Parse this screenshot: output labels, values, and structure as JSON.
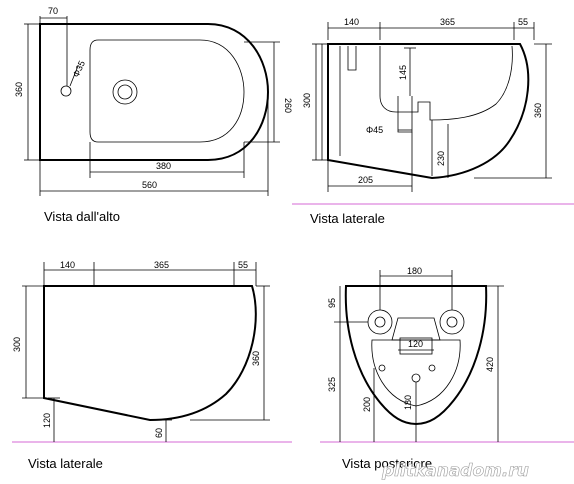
{
  "views": {
    "top": {
      "caption": "Vista dall'alto",
      "dims": {
        "w70": "70",
        "h360": "360",
        "h260": "260",
        "w380": "380",
        "w560": "560",
        "hole": "Φ35"
      }
    },
    "side_section": {
      "caption": "Vista laterale",
      "dims": {
        "w140": "140",
        "w365": "365",
        "w55": "55",
        "h300": "300",
        "h145": "145",
        "h360": "360",
        "d45": "Φ45",
        "w205": "205",
        "h230": "230"
      }
    },
    "side_outline": {
      "caption": "Vista laterale",
      "dims": {
        "w140": "140",
        "w365": "365",
        "w55": "55",
        "h300": "300",
        "h360": "360",
        "h120": "120",
        "h60": "60"
      }
    },
    "rear": {
      "caption": "Vista posteriore",
      "dims": {
        "w180": "180",
        "h95": "95",
        "w120": "120",
        "h325": "325",
        "h420": "420",
        "h200": "200",
        "h180": "180"
      }
    }
  },
  "watermark": "plitkanadom.ru",
  "colors": {
    "floor_line": "#d46ad4",
    "line": "#000000"
  }
}
